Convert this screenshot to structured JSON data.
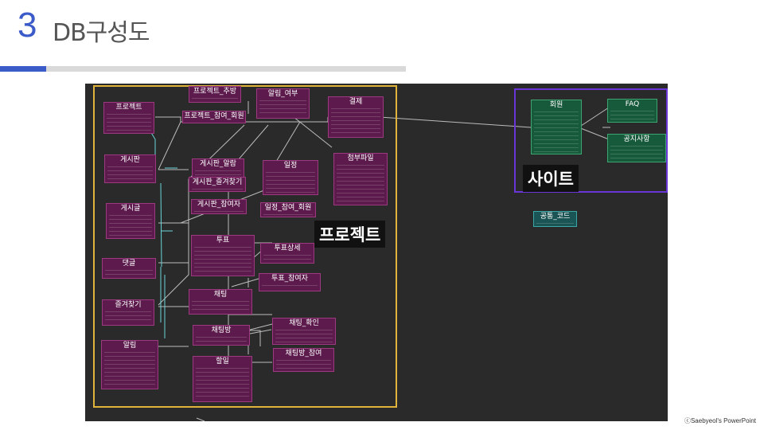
{
  "header": {
    "number": "3",
    "title": "DB구성도"
  },
  "groups": {
    "project_label": "프로젝트",
    "site_label": "사이트"
  },
  "tables": {
    "project": "프로젝트",
    "project_recommend": "프로젝트_추방",
    "alarm_status": "알림_여부",
    "payment": "결제",
    "project_member": "프로젝트_참여_회원",
    "board": "게시판",
    "board_alarm": "게시판_알람",
    "schedule": "일정",
    "attachment": "첨부파일",
    "board_favorite": "게시판_즐겨찾기",
    "post": "게시글",
    "board_participant": "게시판_참여자",
    "schedule_member": "일정_참여_회원",
    "vote": "투표",
    "vote_detail": "투표상세",
    "comment": "댓글",
    "vote_participant": "투표_참여자",
    "chat": "채팅",
    "favorite": "즐겨찾기",
    "chat_check": "채팅_확인",
    "chat_room": "채팅방",
    "alarm": "알림",
    "chat_room_member": "채팅방_참여",
    "todo": "할일",
    "member": "회원",
    "faq": "FAQ",
    "notice": "공지사항",
    "common_code": "공통_코드"
  },
  "footer": {
    "credit": "ⓒSaebyeol's PowerPoint"
  },
  "colors": {
    "accent": "#3b5bc9",
    "project_frame": "#e0b43a",
    "site_frame": "#6a35d6",
    "project_table": "#5c1b4c",
    "site_table": "#175a3b",
    "common_table": "#1b5454"
  }
}
